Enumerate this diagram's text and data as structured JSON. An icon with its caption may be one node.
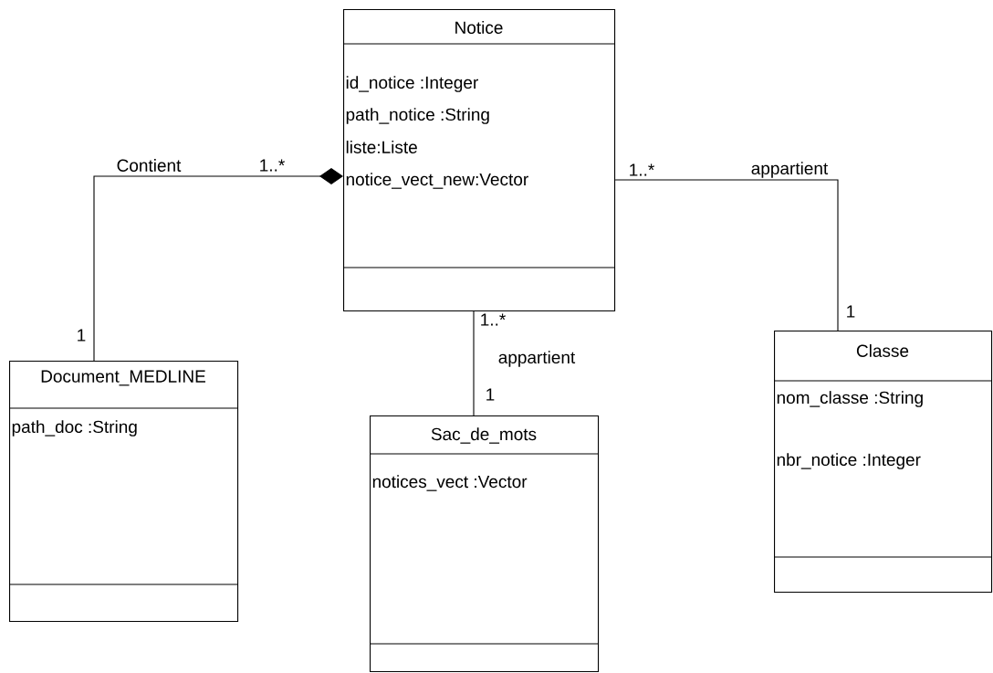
{
  "diagram": {
    "nodes": [
      {
        "text": [
          "Notice",
          "id_notice :Integer",
          "path_notice :String",
          "liste:Liste",
          "notice_vect_new:Vector"
        ]
      },
      {
        "text": [
          "Document_MEDLINE",
          "path_doc :String"
        ]
      },
      {
        "text": [
          "Sac_de_mots",
          "notices_vect :Vector"
        ]
      },
      {
        "text": [
          "Classe",
          "nom_classe :String",
          "nbr_notice :Integer"
        ]
      }
    ],
    "edges": [
      {
        "from": 1,
        "to": 0,
        "arrow": "other",
        "label": "Contient"
      },
      {
        "from": 0,
        "to": 2,
        "arrow": "none",
        "label": "appartient"
      },
      {
        "from": 0,
        "to": 3,
        "arrow": "none",
        "label": "appartient"
      }
    ],
    "labels": [
      "1..*",
      "1",
      "1..*",
      "1",
      "1..*",
      "1"
    ]
  }
}
